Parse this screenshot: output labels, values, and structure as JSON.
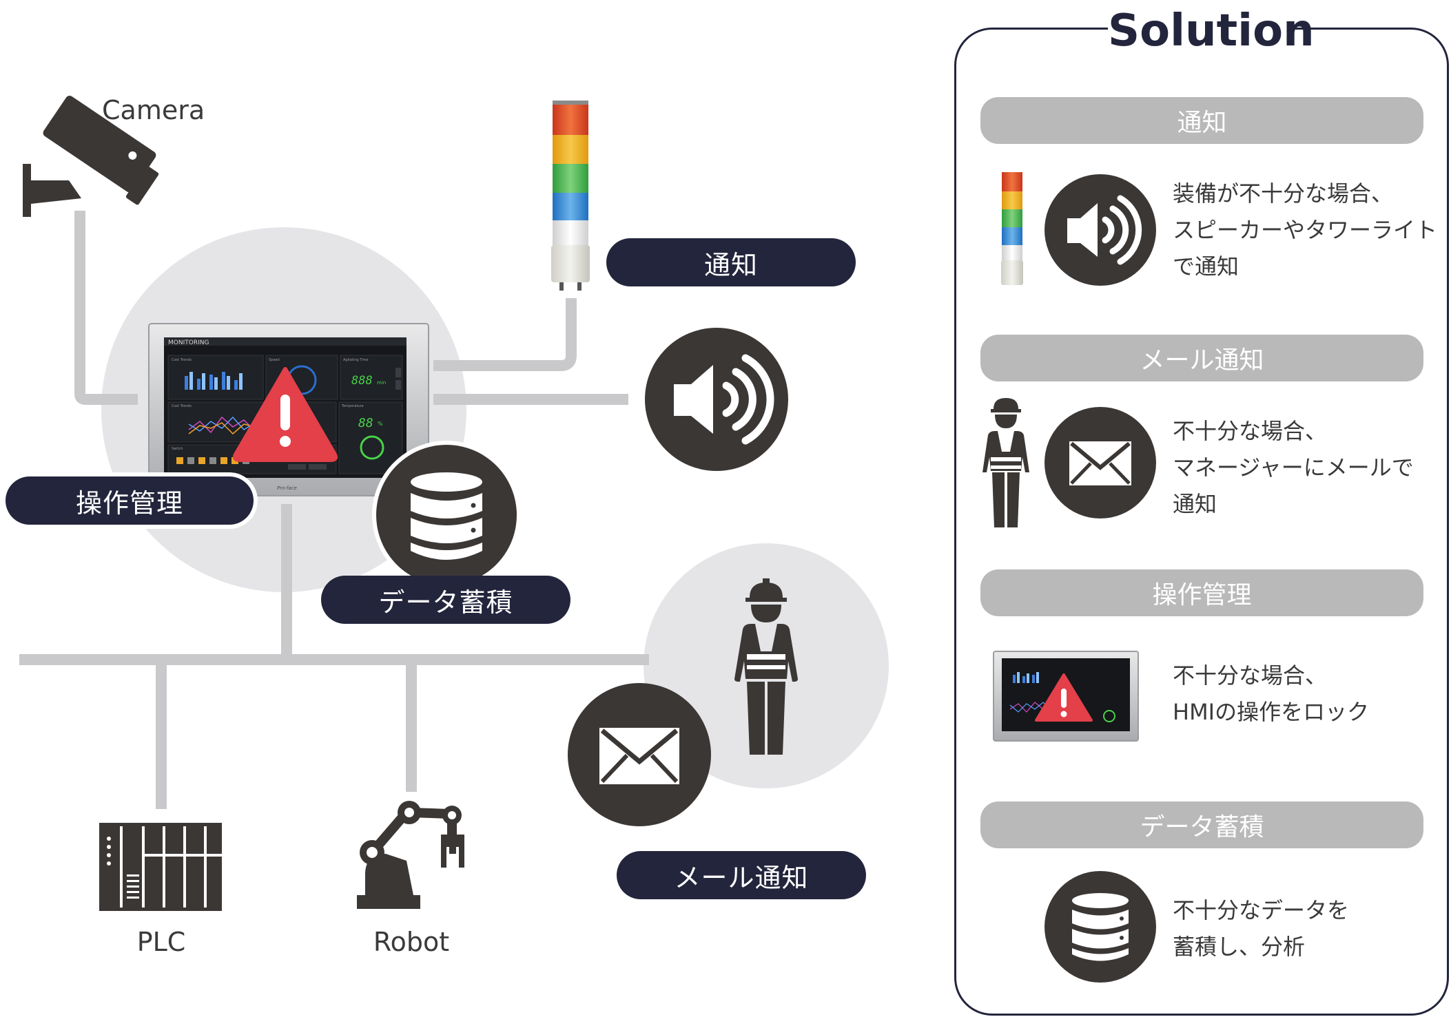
{
  "diagram": {
    "labels": {
      "camera": "Camera",
      "plc": "PLC",
      "robot": "Robot"
    },
    "pills": {
      "notify": "通知",
      "operation": "操作管理",
      "data": "データ蓄積",
      "mail": "メール通知"
    },
    "hmi_screen": {
      "header": "MONITORING",
      "panel1": "Cost Trends",
      "panel2": "Speed",
      "panel3": "Agitating Time",
      "panel4": "Cost Trends",
      "panel5": "Temperature",
      "panel6": "Switch",
      "digit_time": "888",
      "digit_unit": "min",
      "digit_temp": "88",
      "digit_pct": "%",
      "brand": "Pro-face"
    }
  },
  "solution": {
    "title": "Solution",
    "sections": [
      {
        "heading": "通知",
        "lines": [
          "装備が不十分な場合、",
          "スピーカーやタワーライト",
          "で通知"
        ]
      },
      {
        "heading": "メール通知",
        "lines": [
          "不十分な場合、",
          "マネージャーにメールで",
          "通知"
        ]
      },
      {
        "heading": "操作管理",
        "lines": [
          "不十分な場合、",
          "HMIの操作をロック"
        ]
      },
      {
        "heading": "データ蓄積",
        "lines": [
          "不十分なデータを",
          "蓄積し、分析"
        ]
      }
    ]
  },
  "colors": {
    "navy": "#23253c",
    "icon_dark": "#3b3735",
    "line_gray": "#c9c9cc",
    "circle_gray": "#e5e5e8",
    "bar_gray": "#b9b9b9",
    "warning_red": "#e3404a"
  },
  "icons": [
    "camera-icon",
    "tower-light-icon",
    "speaker-icon",
    "warning-icon",
    "database-icon",
    "worker-icon",
    "mail-icon",
    "plc-icon",
    "robot-arm-icon"
  ]
}
